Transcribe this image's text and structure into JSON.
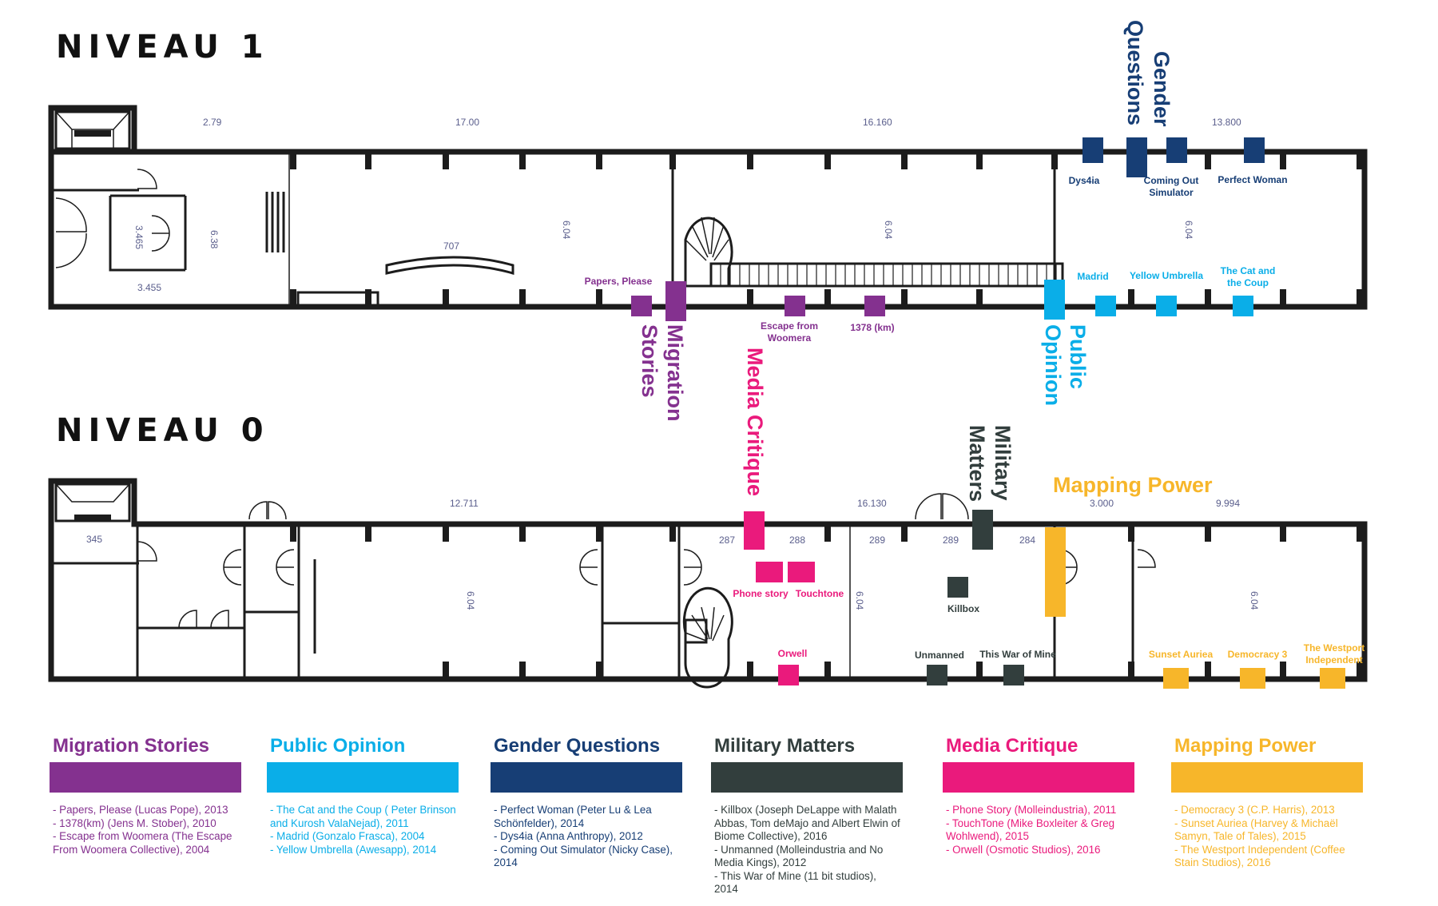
{
  "levels": {
    "upper": "NIVEAU 1",
    "lower": "NIVEAU 0"
  },
  "colors": {
    "migration": "#84318f",
    "public": "#0aaee8",
    "gender": "#173e75",
    "military": "#323e3d",
    "media": "#ea1a7c",
    "mapping": "#f7b62a",
    "dimension_text": "#5a5e8c",
    "wall": "#1c1c1c"
  },
  "dimensions": {
    "n1": [
      "2.79",
      "17.00",
      "16.160",
      "13.800",
      "6.38",
      "3.465",
      "3.455",
      "707",
      "6.04",
      "6.04",
      "6.04"
    ],
    "n0": [
      "12.711",
      "16.130",
      "3.000",
      "9.994",
      "345",
      "287",
      "288",
      "289",
      "289",
      "284",
      "6.04",
      "6.04",
      "6.04"
    ]
  },
  "themes": {
    "migration": "Migration Stories",
    "migration_lines": [
      "Migration",
      "Stories"
    ],
    "public": "Public Opinion",
    "public_lines": [
      "Public",
      "Opinion"
    ],
    "gender": "Gender Questions",
    "gender_lines": [
      "Gender",
      "Questions"
    ],
    "military": "Military Matters",
    "military_lines": [
      "Military",
      "Matters"
    ],
    "media": "Media Critique",
    "mapping": "Mapping Power"
  },
  "games": {
    "papers_please": "Papers, Please",
    "escape_woomera": [
      "Escape from",
      "Woomera"
    ],
    "km_1378": "1378 (km)",
    "dys4ia": "Dys4ia",
    "coming_out": [
      "Coming Out",
      "Simulator"
    ],
    "perfect_woman": "Perfect Woman",
    "madrid": "Madrid",
    "yellow_umbrella": "Yellow Umbrella",
    "cat_coup": [
      "The Cat and",
      "the Coup"
    ],
    "phone_story": "Phone story",
    "touchtone": "Touchtone",
    "orwell": "Orwell",
    "killbox": "Killbox",
    "unmanned": "Unmanned",
    "this_war": "This War of Mine",
    "sunset": "Sunset Auriea",
    "democracy": "Democracy 3",
    "westport": [
      "The Westport",
      "Independent"
    ]
  },
  "legend": [
    {
      "key": "migration",
      "title": "Migration Stories",
      "items": [
        "- Papers, Please (Lucas Pope), 2013",
        "- 1378(km) (Jens M. Stober), 2010",
        "- Escape from Woomera (The Escape From Woomera Collective), 2004"
      ]
    },
    {
      "key": "public",
      "title": "Public Opinion",
      "items": [
        "- The Cat and the Coup ( Peter Brinson and Kurosh ValaNejad), 2011",
        "- Madrid (Gonzalo Frasca), 2004",
        "- Yellow Umbrella (Awesapp), 2014"
      ]
    },
    {
      "key": "gender",
      "title": "Gender Questions",
      "items": [
        "- Perfect Woman (Peter Lu & Lea Schönfelder), 2014",
        "- Dys4ia (Anna Anthropy), 2012",
        "- Coming Out Simulator (Nicky Case), 2014"
      ]
    },
    {
      "key": "military",
      "title": "Military Matters",
      "items": [
        "- Killbox (Joseph DeLappe with Malath Abbas, Tom deMajo and Albert Elwin of Biome Collective), 2016",
        "- Unmanned (Molleindustria and No Media Kings), 2012",
        "- This War of Mine (11 bit studios), 2014"
      ]
    },
    {
      "key": "media",
      "title": "Media Critique",
      "items": [
        "- Phone Story (Molleindustria), 2011",
        "- TouchTone (Mike Boxleiter & Greg Wohlwend), 2015",
        "- Orwell (Osmotic Studios), 2016"
      ]
    },
    {
      "key": "mapping",
      "title": "Mapping Power",
      "items": [
        "- Democracy 3 (C.P. Harris), 2013",
        "- Sunset Auriea (Harvey & Michaël Samyn, Tale of Tales), 2015",
        "- The Westport Independent (Coffee Stain Studios), 2016"
      ]
    }
  ]
}
